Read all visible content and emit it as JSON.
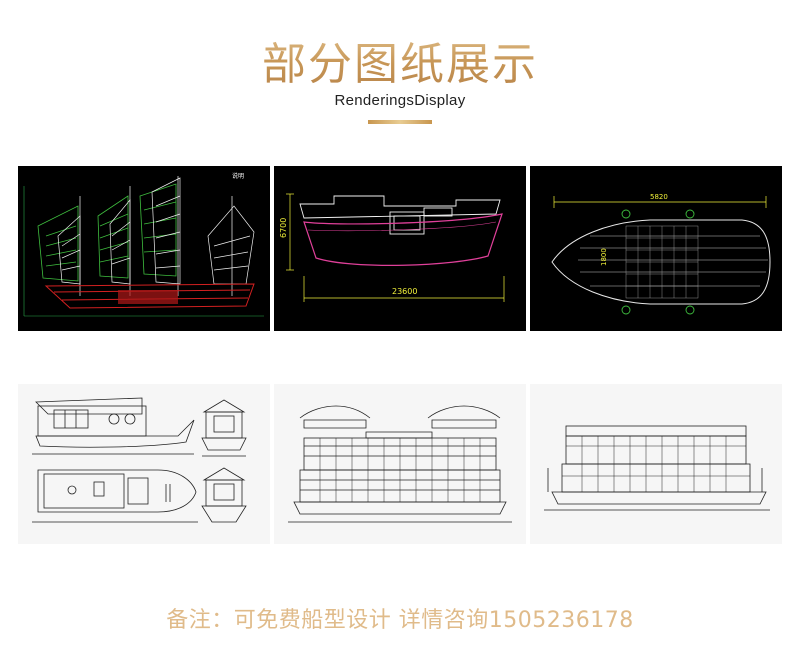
{
  "header": {
    "title": "部分图纸展示",
    "subtitle": "RenderingsDisplay"
  },
  "drawings": {
    "sailboat_elevation": {
      "note": "说明"
    },
    "hull_side": {
      "height_dim": "6700",
      "length_dim": "23600"
    },
    "hull_plan": {
      "length_dim": "5820",
      "width_dim": "1800"
    }
  },
  "footer": {
    "note": "备注：可免费船型设计 详情咨询15052361​78"
  }
}
